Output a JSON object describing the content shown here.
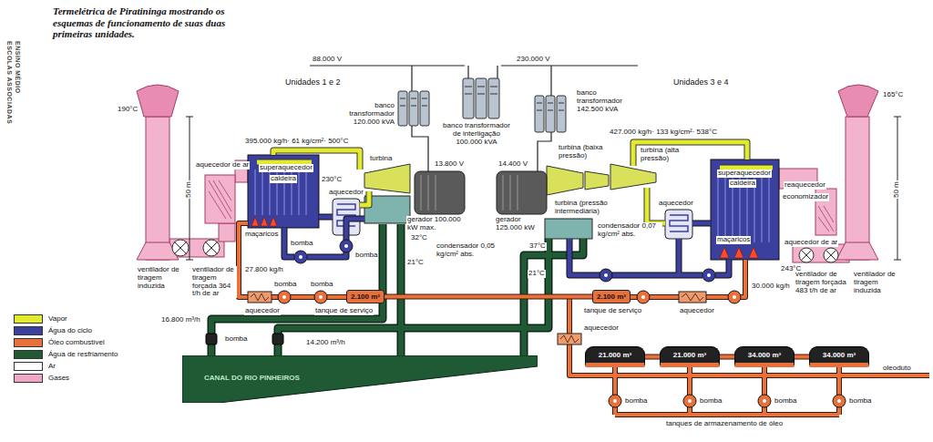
{
  "diagram": {
    "title": "Termelétrica de Piratininga mostrando os esquemas de funcionamento de suas duas primeiras unidades.",
    "nodes": [
      {
        "text": [
          "2.100 m³"
        ]
      },
      {
        "text": [
          "2.100 m³"
        ]
      },
      {
        "text": [
          "21.000 m³"
        ]
      },
      {
        "text": [
          "21.000 m³"
        ]
      },
      {
        "text": [
          "34.000 m³"
        ]
      },
      {
        "text": [
          "34.000 m³"
        ]
      },
      {
        "text": [
          "CANAL DO RIO PINHEIROS"
        ]
      }
    ],
    "edges": [
      {
        "from": 0,
        "to": 1,
        "arrow": "none"
      },
      {
        "from": 2,
        "to": 3,
        "arrow": "none"
      },
      {
        "from": 3,
        "to": 4,
        "arrow": "none"
      },
      {
        "from": 4,
        "to": 5,
        "arrow": "none"
      }
    ],
    "labels": [
      "ESCOLAS ASSOCIADAS",
      "ENSINO MÉDIO",
      "88.000 V",
      "230.000 V",
      "Unidades 1 e 2",
      "Unidades 3 e 4",
      "190°C",
      "165°C",
      "banco transformador 120.000 kVA",
      "banco transformador de interligação 100.000 kVA",
      "banco transformador 142.500 kVA",
      "395.000 kg/h· 61 kg/cm²· 500°C",
      "427.000 kg/h· 133 kg/cm²· 538°C",
      "13.800 V",
      "14.400 V",
      "turbina",
      "turbina (baixa pressão)",
      "50 m",
      "50 m",
      "aquecedor de ar",
      "superaquecedor",
      "caldeira",
      "230°C",
      "aquecedor",
      "superaquecedor",
      "caldeira",
      "reaquecedor",
      "turbina (alta pressão)",
      "aquecedor",
      "economizador",
      "turbina (pressão intermediária)",
      "aquecedor de ar",
      "gerador 100.000 kW max.",
      "gerador 125.000 kW",
      "bomba",
      "bomba",
      "32°C",
      "37°C",
      "maçaricos",
      "condensador 0,05 kg/cm² abs.",
      "condensador 0,07 kg/cm² abs.",
      "maçaricos",
      "21°C",
      "21°C",
      "27.800 kg/h",
      "243°C",
      "ventilador de tiragem induzida",
      "ventilador de tiragem forçada 364 t/h de ar",
      "ventilador de tiragem forçada 483 t/h de ar",
      "ventilador de tiragem induzida",
      "bomba",
      "bomba",
      "30.000 kg/h",
      "aquecedor",
      "tanque de serviço",
      "tanque de serviço",
      "aquecedor",
      "16.800 m³/h",
      "bomba",
      "aquecedor",
      "14.200 m³/h",
      "oleoduto",
      "bomba",
      "bomba",
      "bomba",
      "bomba",
      "tanques de armazenamento de óleo"
    ],
    "legend": [
      {
        "text": "Vapor",
        "color": "#e2ea2e"
      },
      {
        "text": "Água do ciclo",
        "color": "#3b3f9e"
      },
      {
        "text": "Óleo combustível",
        "color": "#e8703a"
      },
      {
        "text": "Água de resfriamento",
        "color": "#1f5a35"
      },
      {
        "text": "Ar",
        "color": "#ffffff"
      },
      {
        "text": "Gases",
        "color": "#f0a6c4"
      }
    ]
  }
}
